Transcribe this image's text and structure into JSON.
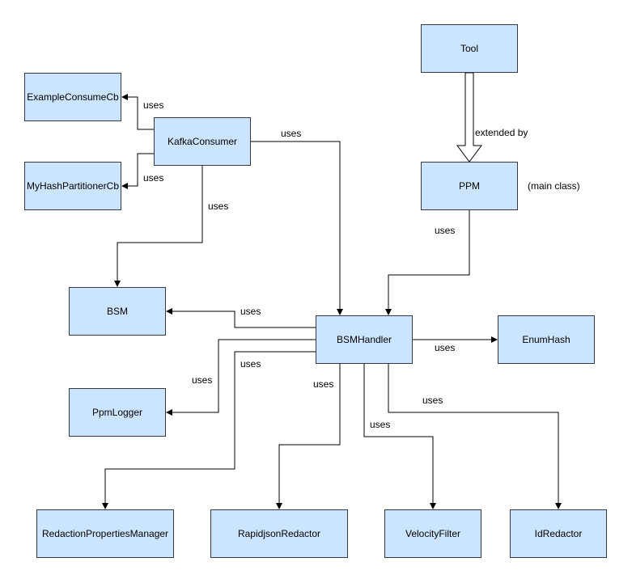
{
  "classes": {
    "tool": "Tool",
    "ppm": "PPM",
    "example_consume_cb": "ExampleConsumeCb",
    "kafka_consumer": "KafkaConsumer",
    "my_hash_partitioner_cb": "MyHashPartitionerCb",
    "bsm": "BSM",
    "bsm_handler": "BSMHandler",
    "enum_hash": "EnumHash",
    "ppm_logger": "PpmLogger",
    "redaction_properties_manager": "RedactionPropertiesManager",
    "rapidjson_redactor": "RapidjsonRedactor",
    "velocity_filter": "VelocityFilter",
    "id_redactor": "IdRedactor"
  },
  "labels": {
    "uses": "uses",
    "extended_by": "extended by",
    "main_class": "(main class)"
  }
}
